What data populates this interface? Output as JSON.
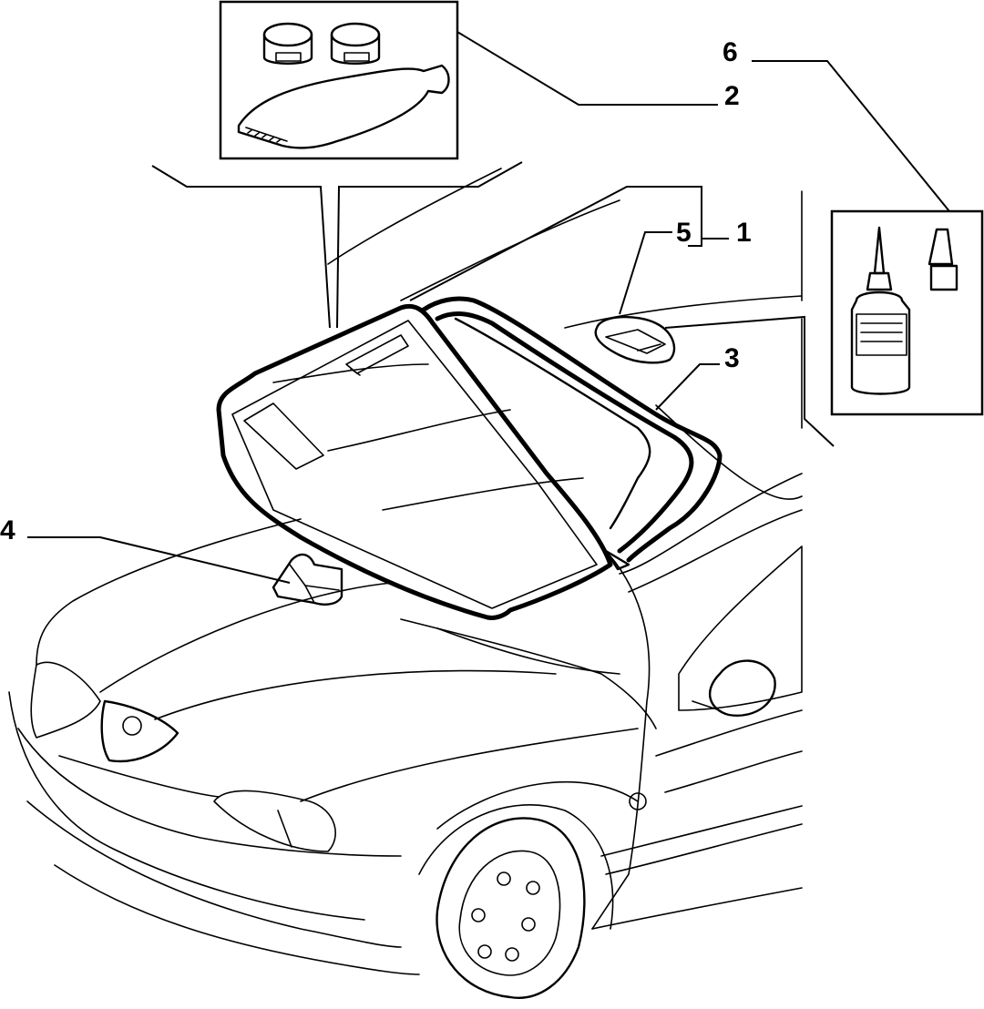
{
  "callouts": {
    "c1": "1",
    "c2": "2",
    "c3": "3",
    "c4": "4",
    "c5": "5",
    "c6": "6"
  },
  "colors": {
    "ink": "#000000",
    "paper": "#ffffff"
  },
  "icons": [
    "adhesive-kit-icon",
    "primer-bottle-icon",
    "windscreen-icon",
    "seal-icon",
    "mirror-mount-icon",
    "spacer-block-icon",
    "car-body-icon"
  ]
}
